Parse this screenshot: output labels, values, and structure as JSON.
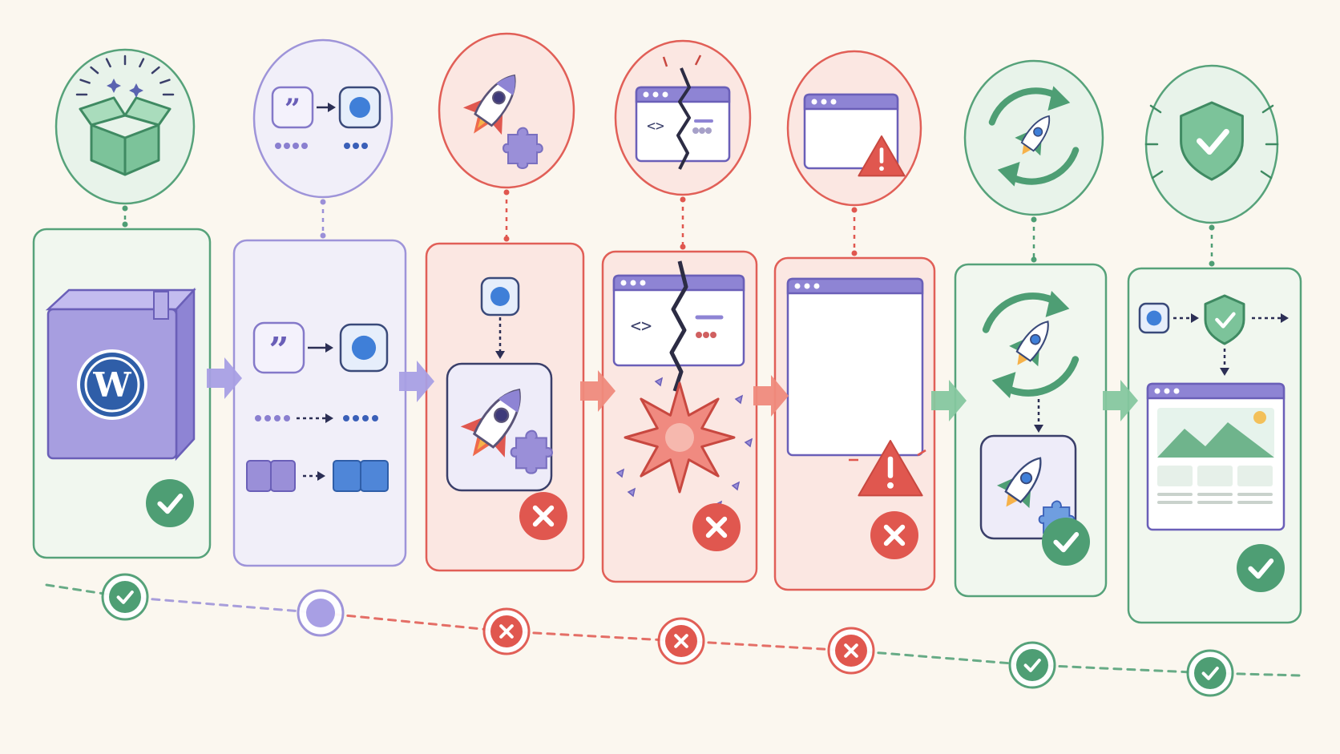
{
  "diagram": {
    "wp_logo_letter": "W",
    "colors": {
      "background": "#fbf7ef",
      "success": "#4e9e74",
      "success_light": "#e7f3ea",
      "neutral": "#9a8fd8",
      "neutral_light": "#f1effa",
      "failure": "#e0574f",
      "failure_light": "#fbe7e2",
      "block_fill": "#a79ee0",
      "blue": "#3f7fd8"
    },
    "stages": [
      {
        "id": "package",
        "status": "success",
        "medallion": "opened-box-icon",
        "card": "wordpress-box-icon"
      },
      {
        "id": "transform",
        "status": "neutral",
        "medallion": "quote-to-block-icon",
        "card": "data-transform-icon"
      },
      {
        "id": "launch-plugin",
        "status": "failure",
        "medallion": "rocket-puzzle-icon",
        "card": "rocket-puzzle-icon"
      },
      {
        "id": "broken-code",
        "status": "failure",
        "medallion": "cracked-window-icon",
        "card": "code-crash-icon"
      },
      {
        "id": "blank-screen",
        "status": "failure",
        "medallion": "warning-window-icon",
        "card": "warning-window-icon"
      },
      {
        "id": "retry",
        "status": "success",
        "medallion": "rocket-refresh-icon",
        "card": "rocket-refresh-icon"
      },
      {
        "id": "secured",
        "status": "success",
        "medallion": "shield-check-icon",
        "card": "secure-page-icon"
      }
    ]
  }
}
